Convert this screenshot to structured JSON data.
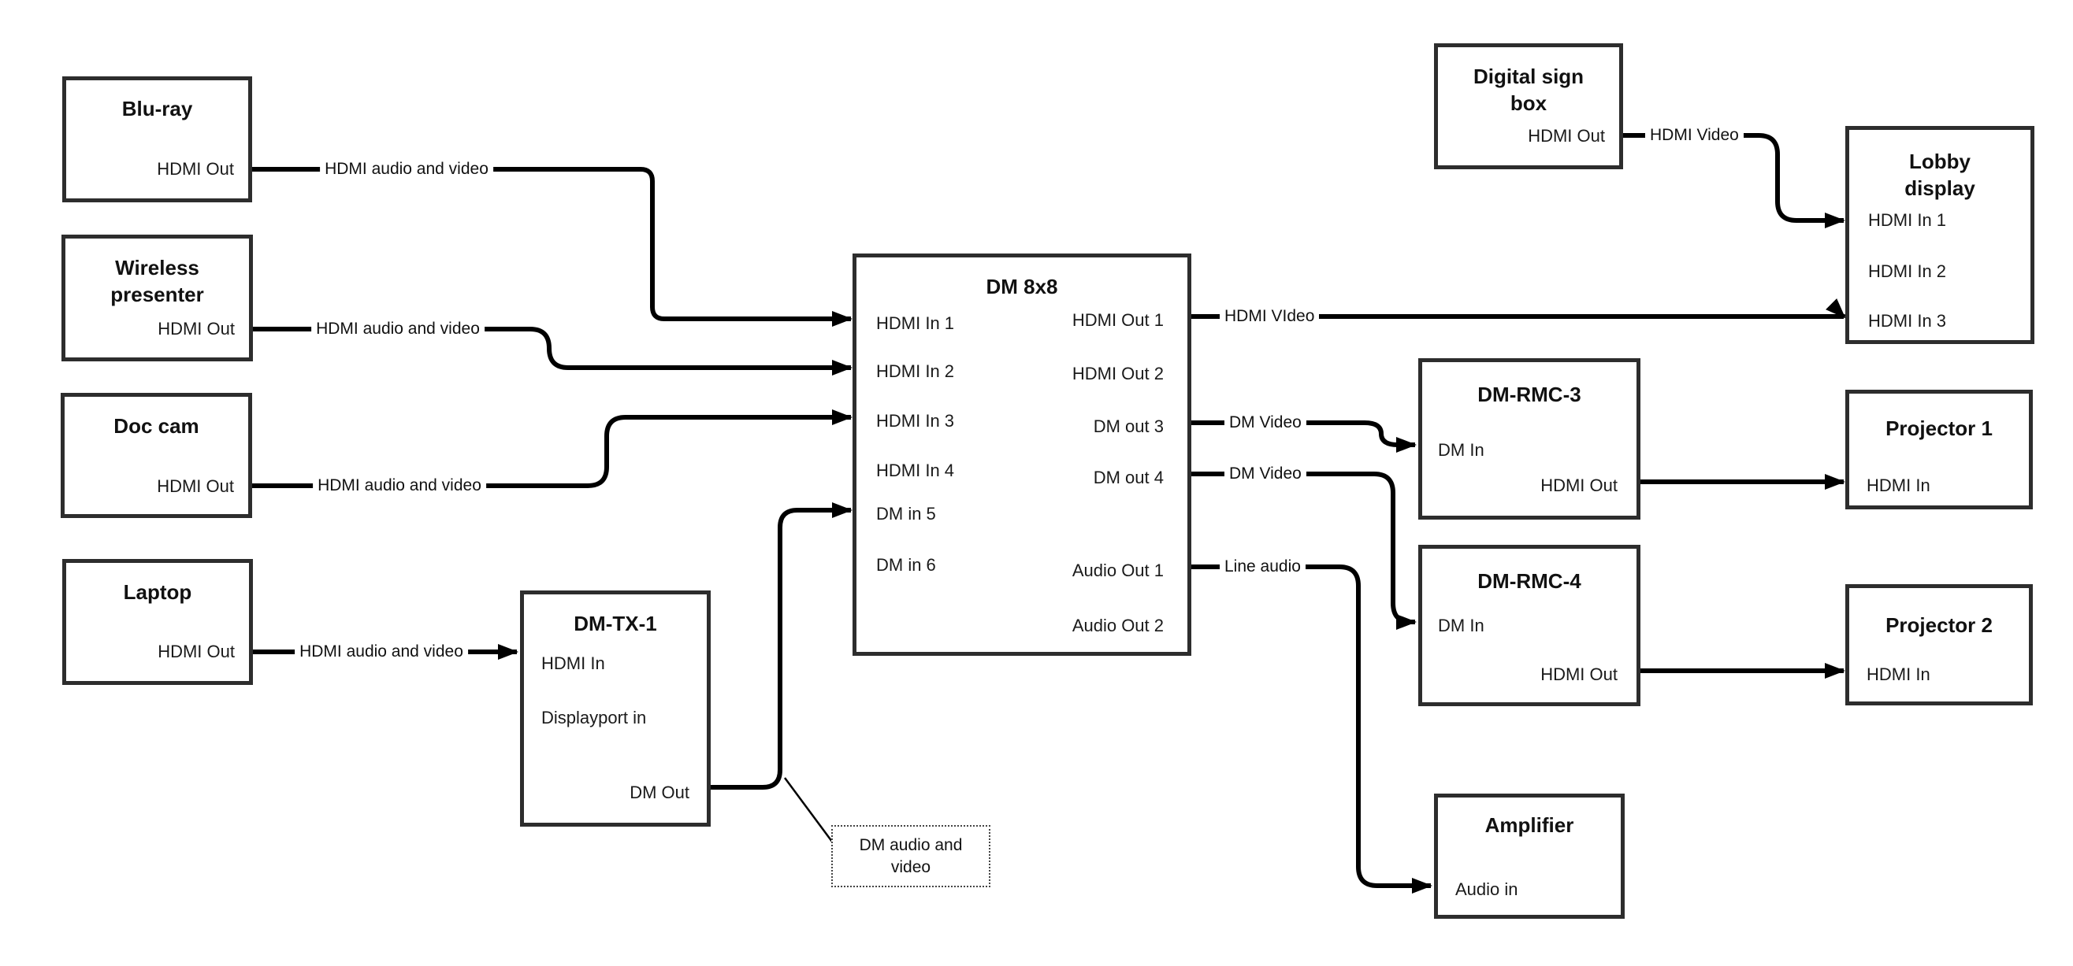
{
  "nodes": {
    "blu_ray": {
      "title": "Blu-ray",
      "ports": {
        "hdmi_out": "HDMI Out"
      }
    },
    "wireless_presenter": {
      "title": "Wireless\npresenter",
      "ports": {
        "hdmi_out": "HDMI Out"
      }
    },
    "doc_cam": {
      "title": "Doc cam",
      "ports": {
        "hdmi_out": "HDMI Out"
      }
    },
    "laptop": {
      "title": "Laptop",
      "ports": {
        "hdmi_out": "HDMI Out"
      }
    },
    "dm_tx_1": {
      "title": "DM-TX-1",
      "ports": {
        "hdmi_in": "HDMI In",
        "displayport_in": "Displayport in",
        "dm_out": "DM Out"
      }
    },
    "dm_8x8": {
      "title": "DM 8x8",
      "ports": {
        "hdmi_in_1": "HDMI In 1",
        "hdmi_in_2": "HDMI In 2",
        "hdmi_in_3": "HDMI In 3",
        "hdmi_in_4": "HDMI In 4",
        "dm_in_5": "DM in 5",
        "dm_in_6": "DM in 6",
        "hdmi_out_1": "HDMI Out 1",
        "hdmi_out_2": "HDMI Out 2",
        "dm_out_3": "DM out 3",
        "dm_out_4": "DM out 4",
        "audio_out_1": "Audio Out 1",
        "audio_out_2": "Audio Out 2"
      }
    },
    "digital_sign_box": {
      "title": "Digital sign\nbox",
      "ports": {
        "hdmi_out": "HDMI Out"
      }
    },
    "lobby_display": {
      "title": "Lobby\ndisplay",
      "ports": {
        "hdmi_in_1": "HDMI In 1",
        "hdmi_in_2": "HDMI In 2",
        "hdmi_in_3": "HDMI In 3"
      }
    },
    "dm_rmc_3": {
      "title": "DM-RMC-3",
      "ports": {
        "dm_in": "DM In",
        "hdmi_out": "HDMI Out"
      }
    },
    "projector_1": {
      "title": "Projector 1",
      "ports": {
        "hdmi_in": "HDMI In"
      }
    },
    "dm_rmc_4": {
      "title": "DM-RMC-4",
      "ports": {
        "dm_in": "DM In",
        "hdmi_out": "HDMI Out"
      }
    },
    "projector_2": {
      "title": "Projector 2",
      "ports": {
        "hdmi_in": "HDMI In"
      }
    },
    "amplifier": {
      "title": "Amplifier",
      "ports": {
        "audio_in": "Audio in"
      }
    }
  },
  "wire_labels": {
    "bluray_to_dm8x8": "HDMI audio and video",
    "wireless_to_dm8x8": "HDMI audio and video",
    "doccam_to_dm8x8": "HDMI audio and video",
    "laptop_to_dmtx1": "HDMI audio and video",
    "hdmi_out_1": "HDMI VIdeo",
    "dm_out_3": "DM Video",
    "dm_out_4": "DM Video",
    "audio_out_1": "Line audio",
    "sign_to_lobby": "HDMI Video",
    "dm_callout": "DM audio and\nvideo"
  },
  "colors": {
    "wire": "#000000",
    "box_border": "#2d2d2d",
    "background": "#ffffff",
    "text": "#111111"
  }
}
